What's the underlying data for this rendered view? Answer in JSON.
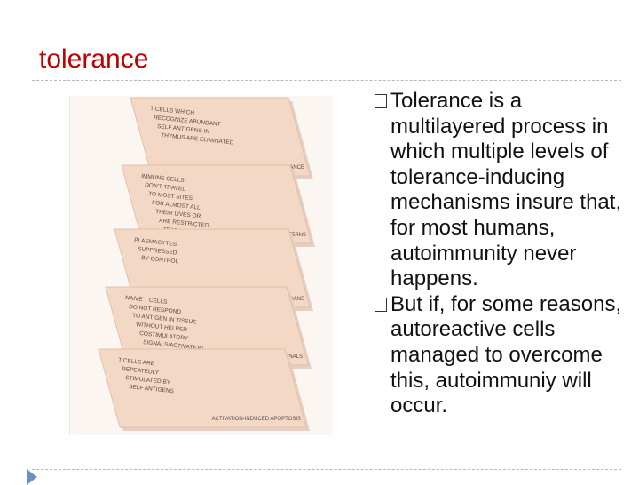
{
  "slide": {
    "title": "tolerance",
    "bullets": [
      "Tolerance is a multilayered process in which multiple levels of tolerance-inducing mechanisms insure that, for most humans, autoimmunity never happens.",
      "But if, for some reasons, autoreactive cells managed to overcome this, autoimmuniy will occur."
    ]
  },
  "figure": {
    "layers": [
      {
        "caption": "CENTRAL TOLERANCE",
        "lines": [
          "T CELLS WHICH",
          "RECOGNIZE ABUNDANT",
          "SELF ANTIGENS IN",
          "THYMUS ARE ELIMINATED"
        ]
      },
      {
        "caption": "TRAFFIC PATTERNS",
        "lines": [
          "IMMUNE CELLS",
          "DON'T TRAVEL",
          "TO MOST SITES",
          "FOR ALMOST ALL",
          "THEIR LIVES OR",
          "ARE RESTRICTED",
          "TRAFFIC PATTERN"
        ]
      },
      {
        "caption": "SECONDARY LYMPHOID ORGANS",
        "lines": [
          "PLASMACYTES",
          "SUPPRESSED",
          "BY CONTROL"
        ]
      },
      {
        "caption": "MISSING SIGNALS",
        "lines": [
          "NAIVE T CELLS",
          "DO NOT RESPOND",
          "TO ANTIGEN IN TISSUE",
          "WITHOUT HELPER",
          "COSTIMULATORY",
          "SIGNALS/ACTIVATION"
        ]
      },
      {
        "caption": "ACTIVATION-INDUCED APOPTOSIS",
        "lines": [
          "T CELLS ARE",
          "REPEATEDLY",
          "STIMULATED BY",
          "SELF ANTIGENS"
        ]
      }
    ],
    "colors": {
      "plate": "#f4d8c6",
      "plate_edge": "#e6bfa8",
      "text": "#5a4a44",
      "background": "#fbf6f2"
    }
  }
}
